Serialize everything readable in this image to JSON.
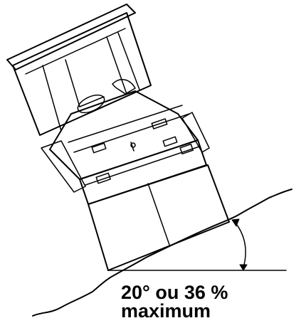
{
  "illustration": {
    "subject_icon": "tractor-on-slope-illustration",
    "angle_indicator_icon": "angle-arc-arrow-icon",
    "line_color": "#000000",
    "background_color": "#ffffff"
  },
  "caption": {
    "line1": "20° ou 36 %",
    "line2": "maximum"
  }
}
